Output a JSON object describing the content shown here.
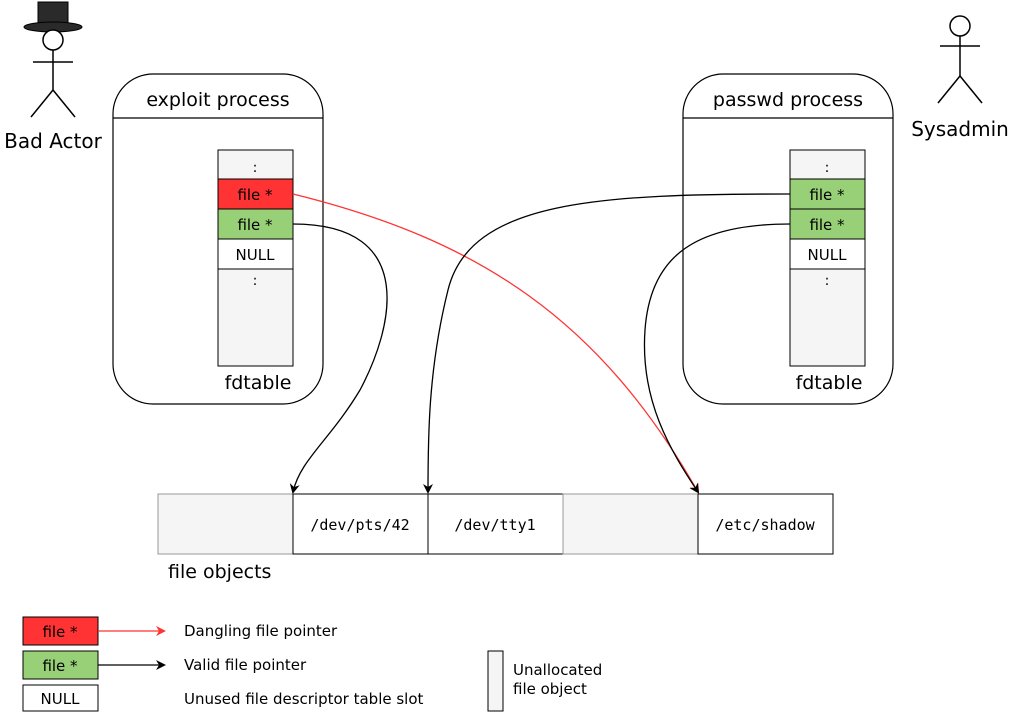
{
  "actors": {
    "bad_actor": "Bad Actor",
    "sysadmin": "Sysadmin"
  },
  "exploit_process": {
    "title": "exploit process",
    "table_label": "fdtable",
    "slots": [
      ":",
      "file *",
      "file *",
      "NULL",
      ":"
    ]
  },
  "passwd_process": {
    "title": "passwd process",
    "table_label": "fdtable",
    "slots": [
      ":",
      "file *",
      "file *",
      "NULL",
      ":"
    ]
  },
  "file_objects": {
    "label": "file objects",
    "cells": [
      "",
      "/dev/pts/42",
      "/dev/tty1",
      "",
      "/etc/shadow"
    ]
  },
  "legend": {
    "dangling_box": "file *",
    "dangling_text": "Dangling file pointer",
    "valid_box": "file *",
    "valid_text": "Valid file pointer",
    "null_box": "NULL",
    "null_text": "Unused file descriptor table slot",
    "unallocated_text_1": "Unallocated",
    "unallocated_text_2": "file object"
  },
  "colors": {
    "dangling": "#ff3333",
    "valid": "#97d077",
    "unallocated": "#f5f5f5",
    "dangling_arrow": "#ff3333",
    "valid_arrow": "#000000"
  }
}
